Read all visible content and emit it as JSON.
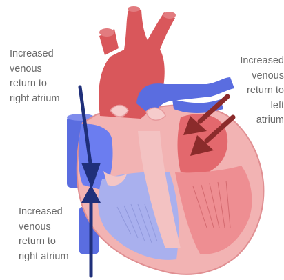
{
  "labels": {
    "top_left": [
      "Increased",
      "venous",
      "return to",
      "right atrium"
    ],
    "bottom_left": [
      "Increased",
      "venous",
      "return to",
      "right atrium"
    ],
    "right": [
      "Increased",
      "venous",
      "return to",
      "left",
      "atrium"
    ]
  },
  "colors": {
    "oxygenated": "#d9575b",
    "deoxygenated": "#5a6de0",
    "arrow_blue": "#1f2f7a",
    "arrow_red": "#8b2b2b",
    "wall": "#f0a9a9",
    "label_text": "#6a6a6a"
  }
}
